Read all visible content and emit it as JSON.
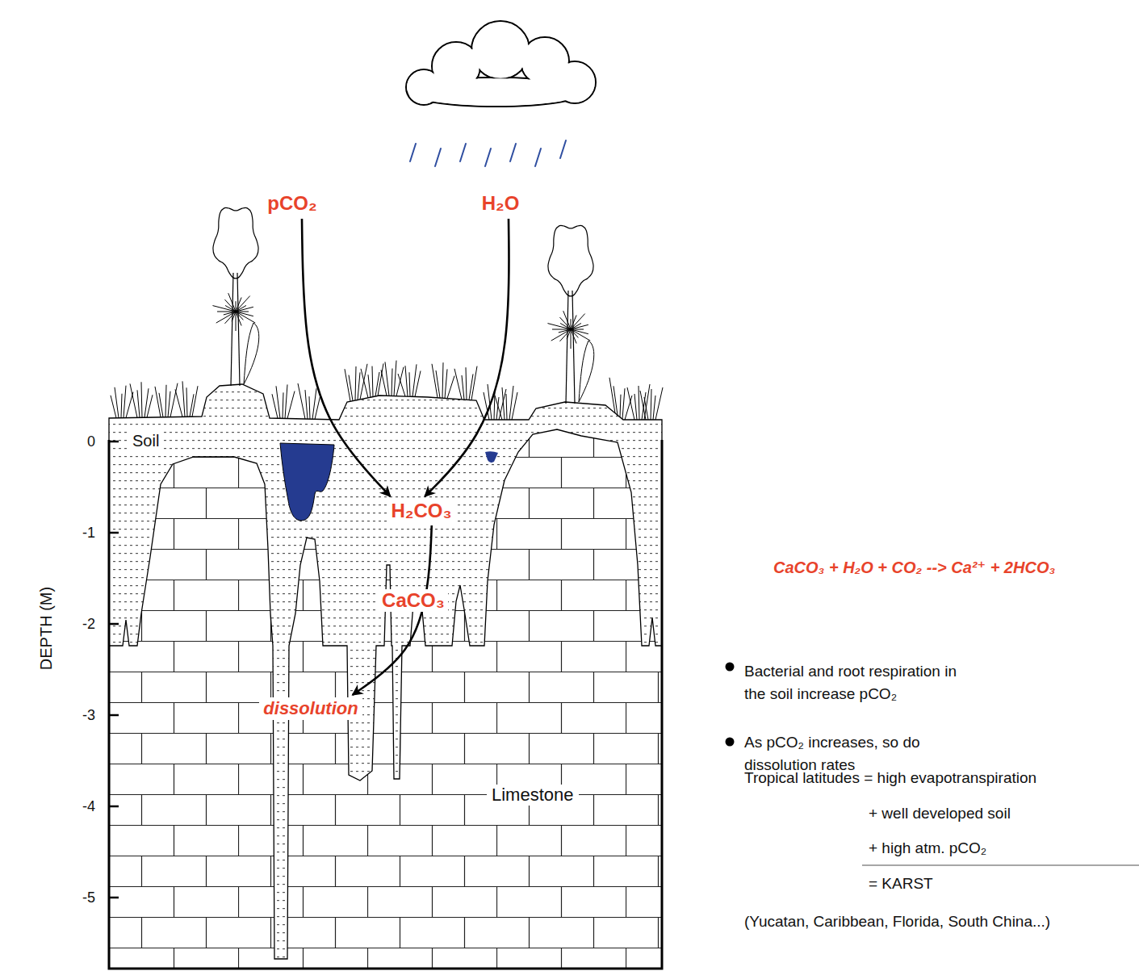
{
  "diagram": {
    "nodes": [
      {
        "text": [
          "pCO₂"
        ]
      },
      {
        "text": [
          "H₂O"
        ]
      },
      {
        "text": [
          "H₂CO₃"
        ]
      },
      {
        "text": [
          "dissolution"
        ]
      }
    ],
    "edges": [
      {
        "from": 0,
        "to": 2,
        "arrow": "to"
      },
      {
        "from": 1,
        "to": 2,
        "arrow": "to"
      },
      {
        "from": 2,
        "to": 3,
        "label": "CaCO₃",
        "arrow": "to"
      }
    ],
    "labels": [
      "Soil",
      "Limestone",
      "DEPTH (M)",
      "0",
      "-1",
      "-2",
      "-3",
      "-4",
      "-5",
      "CaCO₃ + H₂O + CO₂ --> Ca²⁺ + 2HCO₃",
      "Bacterial and root respiration in the soil increase pCO₂",
      "As pCO₂ increases, so do dissolution rates",
      "Tropical latitudes = high evapotranspiration",
      "+ well developed soil",
      "+ high atm. pCO₂",
      "= KARST",
      "(Yucatan, Caribbean, Florida, South China...)"
    ]
  }
}
